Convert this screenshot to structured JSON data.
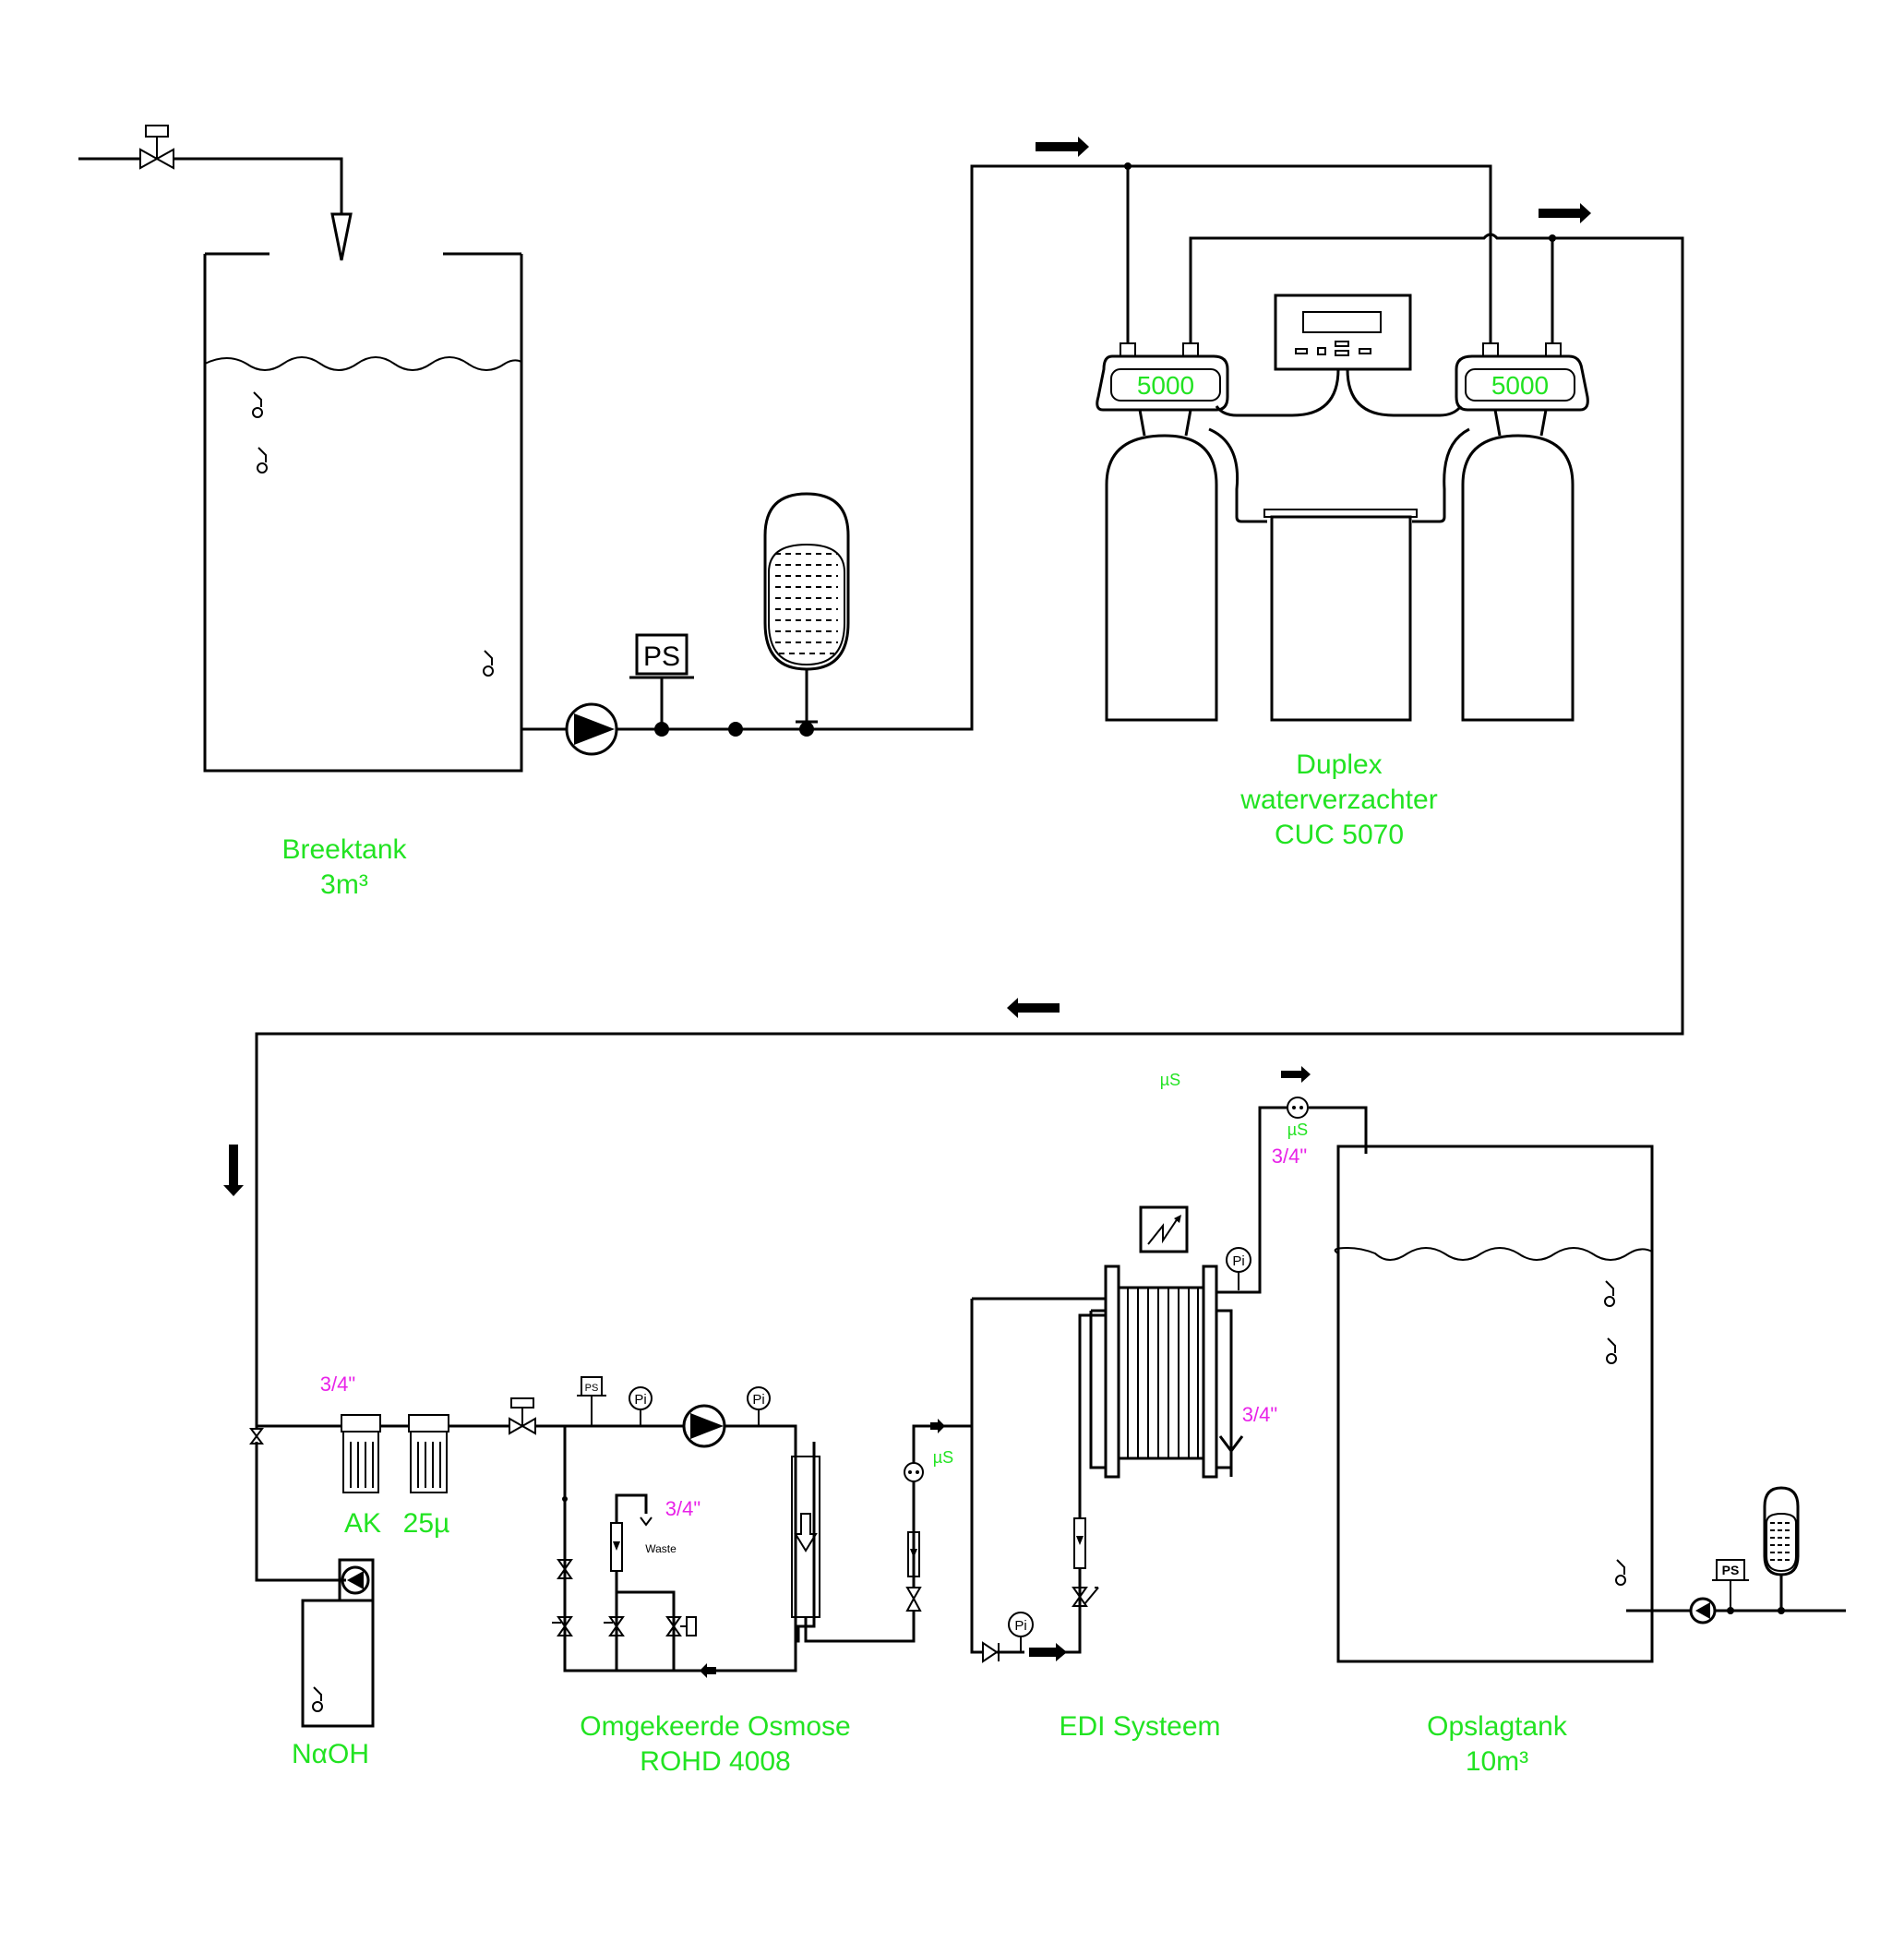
{
  "labels": {
    "breaktank_title": "Breektank",
    "breaktank_volume": "3m³",
    "softener_line1": "Duplex",
    "softener_line2": "waterverzachter",
    "softener_line3": "CUC 5070",
    "ro_line1": "Omgekeerde Osmose",
    "ro_line2": "ROHD 4008",
    "edi_title": "EDI Systeem",
    "storage_title": "Opslagtank",
    "storage_volume": "10m³",
    "naoh": "NαOH",
    "ak_filter": "AK",
    "micron_filter": "25µ",
    "conductivity_top": "µS",
    "conductivity_outlet": "µS",
    "conductivity_ro": "µS",
    "size_filters": "3/4\"",
    "size_waste": "3/4\"",
    "size_edi_drain": "3/4\"",
    "size_outlet": "3/4\"",
    "waste": "Waste",
    "softener_display_left": "5000",
    "softener_display_right": "5000",
    "ps_main": "PS",
    "ps_ro": "PS",
    "ps_storage": "PS",
    "pi_ro_1": "Pi",
    "pi_ro_2": "Pi",
    "pi_edi_in": "Pi",
    "pi_edi_out": "Pi"
  },
  "colors": {
    "label_green": "#22e322",
    "size_magenta": "#e822e8",
    "line_black": "#000000"
  }
}
